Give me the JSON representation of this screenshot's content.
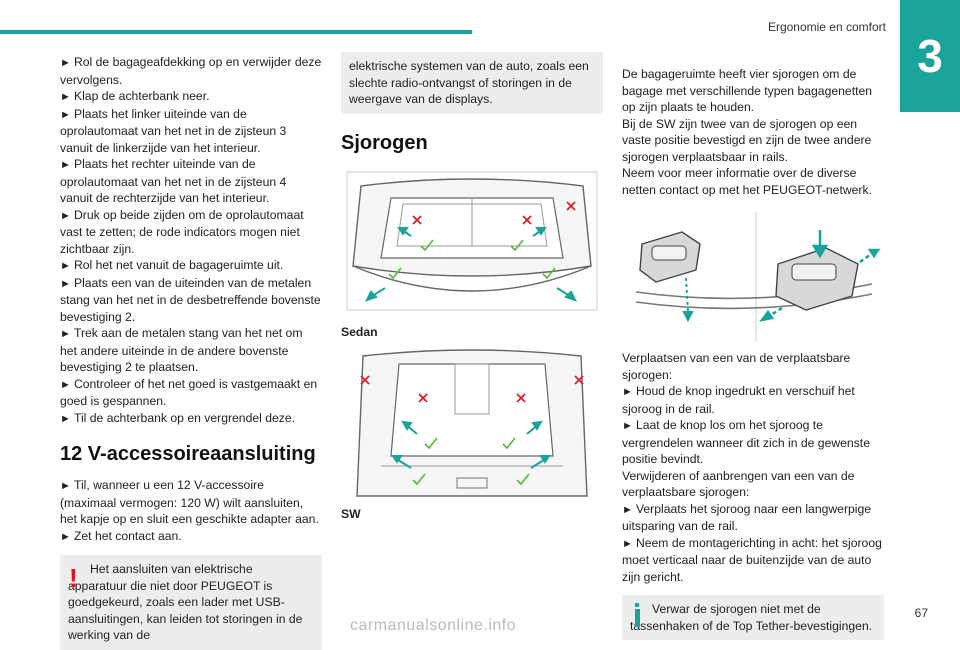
{
  "header": {
    "section": "Ergonomie en comfort",
    "chapter": "3"
  },
  "col1": {
    "steps1": [
      "Rol de bagageafdekking op en verwijder deze vervolgens.",
      "Klap de achterbank neer.",
      "Plaats het linker uiteinde van de oprolautomaat van het net in de zijsteun 3 vanuit de linkerzijde van het interieur.",
      "Plaats het rechter uiteinde van de oprolautomaat van het net in de zijsteun 4 vanuit de rechterzijde van het interieur.",
      "Druk op beide zijden om de oprolautomaat vast te zetten; de rode indicators mogen niet zichtbaar zijn.",
      "Rol het net vanuit de bagageruimte uit.",
      "Plaats een van de uiteinden van de metalen stang van het net in de desbetreffende bovenste bevestiging 2.",
      "Trek aan de metalen stang van het net om het andere uiteinde in de andere bovenste bevestiging 2 te plaatsen.",
      "Controleer of het net goed is vastgemaakt en goed is gespannen.",
      "Til de achterbank op en vergrendel deze."
    ],
    "heading": "12 V-accessoireaansluiting",
    "steps2": [
      "Til, wanneer u een 12 V-accessoire (maximaal vermogen: 120 W) wilt aansluiten, het kapje op en sluit een geschikte adapter aan.",
      "Zet het contact aan."
    ],
    "warning_start": "Het aansluiten van elektrische apparatuur die niet door PEUGEOT is goedgekeurd, zoals een lader met USB-aansluitingen, kan leiden tot storingen in de werking van de"
  },
  "col2": {
    "warning_cont": "elektrische systemen van de auto, zoals een slechte radio-ontvangst of storingen in de weergave van de displays.",
    "heading": "Sjorogen",
    "caption_sedan": "Sedan",
    "caption_sw": "SW"
  },
  "col3": {
    "intro": [
      "De bagageruimte heeft vier sjorogen om de bagage met verschillende typen bagagenetten op zijn plaats te houden.",
      "Bij de SW zijn twee van de sjorogen op een vaste positie bevestigd en zijn de twee andere sjorogen verplaatsbaar in rails.",
      "Neem voor meer informatie over de diverse netten contact op met het PEUGEOT-netwerk."
    ],
    "move_intro": "Verplaatsen van een van de verplaatsbare sjorogen:",
    "move_steps": [
      "Houd de knop ingedrukt en verschuif het sjoroog in de rail.",
      "Laat de knop los om het sjoroog te vergrendelen wanneer dit zich in de gewenste positie bevindt."
    ],
    "remove_intro": "Verwijderen of aanbrengen van een van de verplaatsbare sjorogen:",
    "remove_steps": [
      "Verplaats het sjoroog naar een langwerpige uitsparing van de rail.",
      "Neem de montagerichting in acht: het sjoroog moet verticaal naar de buitenzijde van de auto zijn gericht."
    ],
    "info": "Verwar de sjorogen niet met de tassenhaken of de Top Tether-bevestigingen."
  },
  "footer": {
    "page": "67",
    "watermark": "carmanualsonline.info"
  },
  "colors": {
    "accent": "#1aa39a",
    "warning": "#e3121c",
    "box": "#ededed"
  }
}
